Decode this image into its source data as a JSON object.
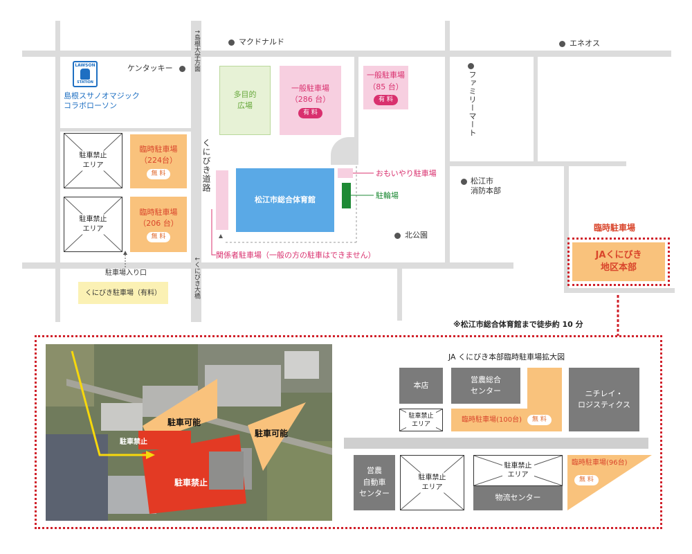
{
  "map": {
    "landmarks": {
      "mcdonalds": "マクドナルド",
      "eneos": "エネオス",
      "kfc": "ケンタッキー",
      "lawson_name": "島根スサノオマジック\nコラボローソン",
      "lawson_logo_top": "LAWSON",
      "lawson_logo_bottom": "STATION",
      "familymart": "ファミリーマート",
      "fire_dept": "松江市\n消防本部",
      "kita_park": "北公園"
    },
    "roads": {
      "north_dir": "↑島根大学方面",
      "kunibiki_road": "くにびき道路",
      "south_dir": "↓くにびき大橋"
    },
    "facilities": {
      "multipurpose": "多目的\n広場",
      "gymnasium": "松江市総合体育館",
      "omoiyari": "おもいやり駐車場",
      "bicycle": "駐輪場",
      "staff_parking": "関係者駐車場（一般の方の駐車はできません）",
      "parking_entrance": "駐車場入り口",
      "kunibiki_parking": "くにびき駐車場（有料）"
    },
    "lots": {
      "general_286": {
        "title": "一般駐車場",
        "count": "（286 台）",
        "fee": "有 料"
      },
      "general_85": {
        "title": "一般駐車場",
        "count": "（85 台）",
        "fee": "有 料"
      },
      "temp_224": {
        "title": "臨時駐車場",
        "count": "（224台）",
        "fee": "無 料"
      },
      "temp_206": {
        "title": "臨時駐車場",
        "count": "（206 台）",
        "fee": "無 料"
      }
    },
    "no_parking_label": "駐車禁止\nエリア",
    "ja_header": "臨時駐車場",
    "ja_box": "JAくにびき\n地区本部",
    "walk_note": "※松江市総合体育館まで徒歩約 10 分"
  },
  "detail": {
    "aerial": {
      "parking_ok_1": "駐車可能",
      "parking_ok_2": "駐車可能",
      "no_parking_1": "駐車禁止",
      "no_parking_2": "駐車禁止"
    },
    "title": "JA くにびき本部臨時駐車場拡大図",
    "buildings": {
      "honten": "本店",
      "einou_sogo": "営農総合\nセンター",
      "nichirei": "ニチレイ・\nロジスティクス",
      "einou_car": "営農\n自動車\nセンター",
      "logistics": "物流センター"
    },
    "lot_100": {
      "title": "臨時駐車場(100台)",
      "fee": "無 料"
    },
    "lot_96": {
      "title": "臨時駐車場(96台)",
      "fee": "無 料"
    },
    "no_parking": "駐車禁止\nエリア"
  },
  "colors": {
    "orange_lot": "#f9c27c",
    "pink_lot": "#f7cfe0",
    "gym": "#5aa9e6",
    "bicycle": "#1e8a35",
    "red_dashed": "#d0202a",
    "building_gray": "#7b7b7b"
  }
}
